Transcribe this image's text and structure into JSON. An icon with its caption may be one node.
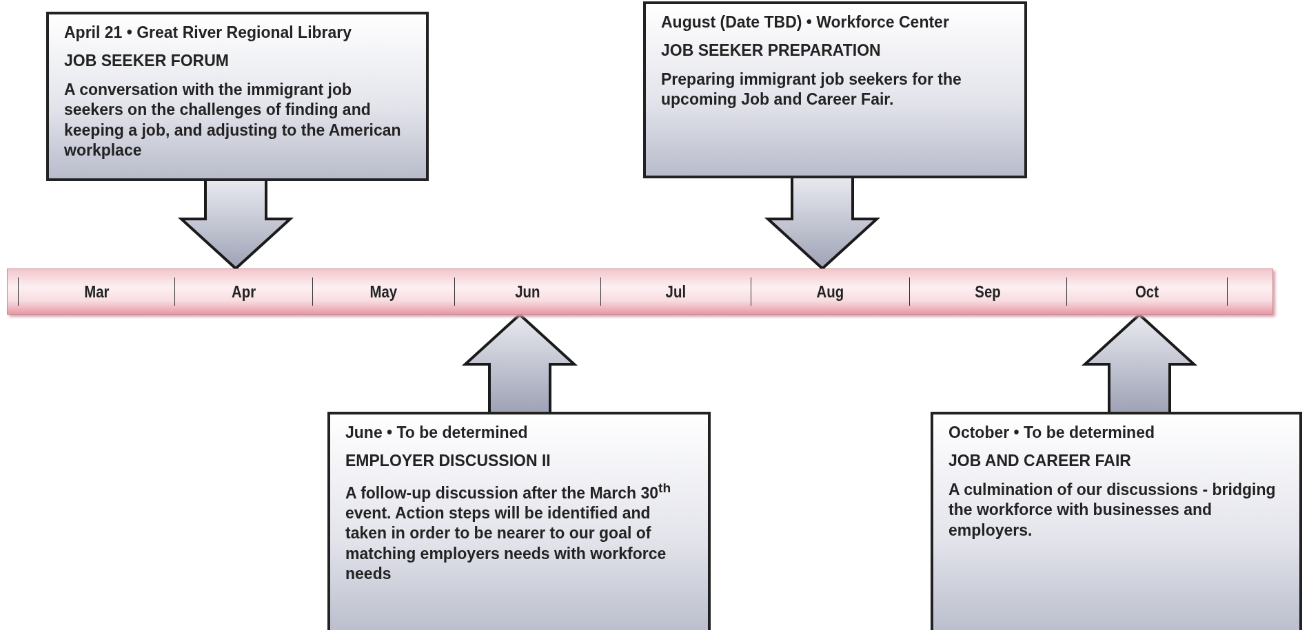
{
  "diagram": {
    "nodes": [
      {
        "text": [
          "April 21 • Great River Regional Library",
          "JOB SEEKER FORUM",
          "A conversation with the immigrant job seekers on the challenges of finding and keeping a job, and adjusting to the American workplace"
        ]
      },
      {
        "text": [
          "August (Date TBD) • Workforce Center",
          "JOB SEEKER PREPARATION",
          "Preparing immigrant job seekers for the upcoming Job and Career Fair."
        ]
      },
      {
        "text": [],
        "shape": "bar"
      },
      {
        "text": [
          "Mar"
        ],
        "in": 2
      },
      {
        "text": [
          "Apr"
        ],
        "in": 2
      },
      {
        "text": [
          "May"
        ],
        "in": 2
      },
      {
        "text": [
          "Jun"
        ],
        "in": 2
      },
      {
        "text": [
          "Jul"
        ],
        "in": 2
      },
      {
        "text": [
          "Aug"
        ],
        "in": 2
      },
      {
        "text": [
          "Sep"
        ],
        "in": 2
      },
      {
        "text": [
          "Oct"
        ],
        "in": 2
      },
      {
        "text": [
          "June • To be determined",
          "EMPLOYER DISCUSSION II",
          "A follow-up discussion after the March 30$^{th}$ event.  Action steps will be identified and taken in order to be nearer to our goal of matching employers needs with workforce needs"
        ]
      },
      {
        "text": [
          "October • To be determined",
          "JOB AND CAREER FAIR",
          "A culmination of our discussions - bridging the workforce with businesses and employers."
        ]
      }
    ],
    "edges": [
      {
        "from": 0,
        "to": 4,
        "arrow": "to"
      },
      {
        "from": 1,
        "to": 8,
        "arrow": "to"
      },
      {
        "from": 11,
        "to": 6,
        "arrow": "to"
      },
      {
        "from": 12,
        "to": 10,
        "arrow": "to"
      }
    ]
  }
}
